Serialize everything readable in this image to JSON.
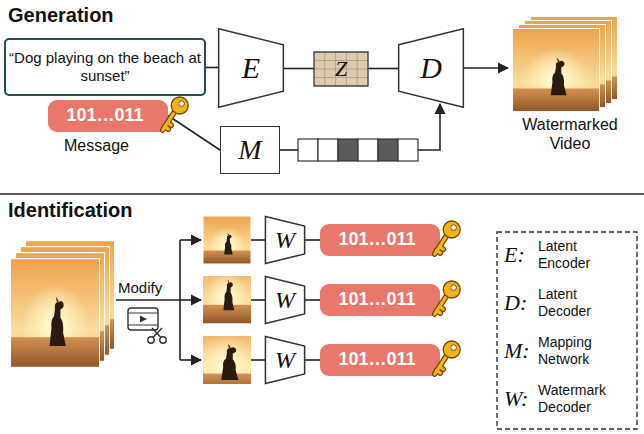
{
  "diagram": {
    "nodes": [
      {
        "text": [
          "“Dog playing on the beach at sunset”"
        ]
      },
      {
        "text": [
          "E"
        ]
      },
      {
        "text": [
          "Z"
        ]
      },
      {
        "text": [
          "D"
        ]
      },
      {
        "text": [
          "101…011"
        ]
      },
      {
        "text": [
          "M"
        ]
      },
      {
        "text": [
          "W"
        ]
      },
      {
        "text": [
          "101…011"
        ]
      },
      {
        "text": [
          "W"
        ]
      },
      {
        "text": [
          "101…011"
        ]
      },
      {
        "text": [
          "W"
        ]
      },
      {
        "text": [
          "101…011"
        ]
      }
    ],
    "edges": [
      {
        "from": 0,
        "to": 1,
        "arrow": "none"
      },
      {
        "from": 1,
        "to": 2,
        "arrow": "none"
      },
      {
        "from": 2,
        "to": 3,
        "arrow": "none"
      },
      {
        "from": 4,
        "to": 5,
        "arrow": "none"
      },
      {
        "from": 6,
        "to": 7,
        "arrow": "none"
      },
      {
        "from": 8,
        "to": 9,
        "arrow": "none"
      },
      {
        "from": 10,
        "to": 11,
        "arrow": "none"
      }
    ],
    "labels": [
      "Generation",
      "Message",
      "Watermarked Video",
      "Identification",
      "Modify",
      "E:",
      "D:",
      "M:",
      "W:"
    ],
    "legend": [
      {
        "text": "Latent Encoder"
      },
      {
        "text": "Latent Decoder"
      },
      {
        "text": "Mapping Network"
      },
      {
        "text": "Watermark Decoder"
      }
    ]
  }
}
